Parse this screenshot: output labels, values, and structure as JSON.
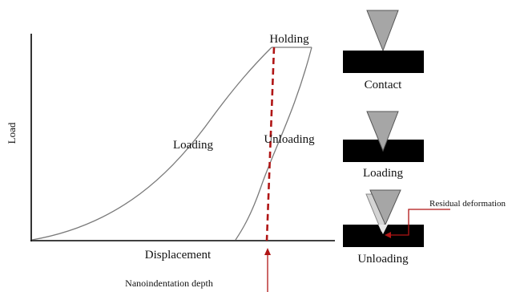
{
  "axes": {
    "x_label": "Displacement",
    "y_label": "Load"
  },
  "curve_labels": {
    "loading": "Loading",
    "holding": "Holding",
    "unloading": "Unloading"
  },
  "depth_label": "Nanoindentation depth",
  "stages": [
    {
      "label": "Contact"
    },
    {
      "label": "Loading"
    },
    {
      "label": "Unloading"
    }
  ],
  "residual_label": "Residual deformation",
  "colors": {
    "curve": "#7a7a7a",
    "depth_line": "#b01515",
    "indenter_fill": "#a6a6a6",
    "indenter_stroke": "#555555",
    "sample": "#000000",
    "ghost_indenter": "#d4d4d4"
  }
}
